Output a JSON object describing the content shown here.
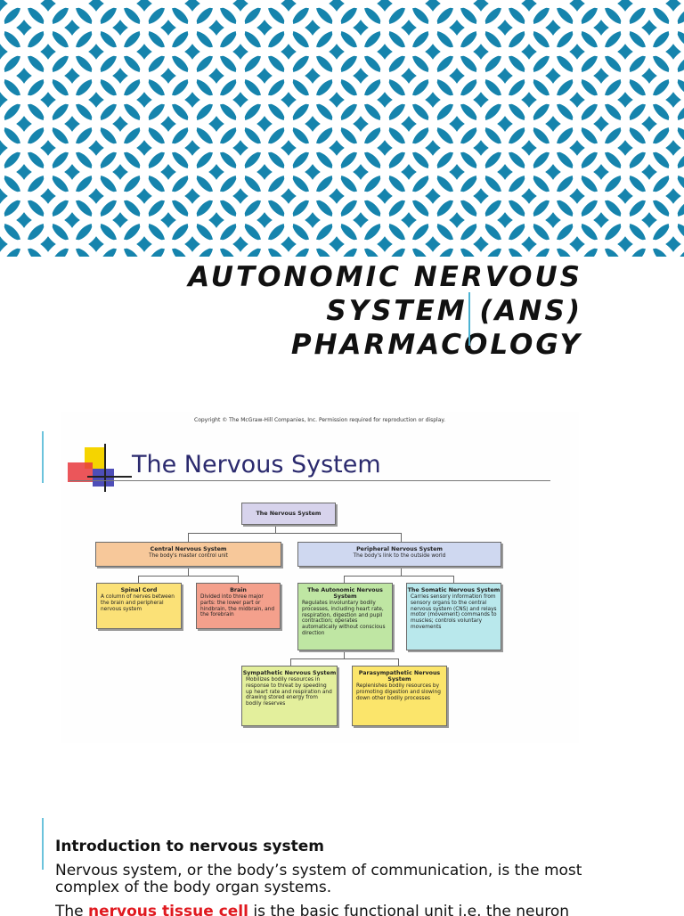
{
  "title": {
    "lines": [
      "AUTONOMIC NERVOUS",
      "SYSTEM (ANS)",
      "PHARMACOLOGY"
    ]
  },
  "figure": {
    "copyright": "Copyright © The McGraw-Hill Companies, Inc. Permission required for reproduction or display.",
    "heading": "The Nervous System",
    "nodes": {
      "root": {
        "title": "The Nervous System",
        "desc": ""
      },
      "cns": {
        "title": "Central Nervous System",
        "desc": "The body's master control unit"
      },
      "pns": {
        "title": "Peripheral Nervous System",
        "desc": "The body's link to the outside world"
      },
      "spinal": {
        "title": "Spinal Cord",
        "desc": "A column of nerves between the brain and peripheral nervous system"
      },
      "brain": {
        "title": "Brain",
        "desc": "Divided into three major parts: the lower part or hindbrain, the midbrain, and the forebrain"
      },
      "autonomic": {
        "title": "The Autonomic Nervous System",
        "desc": "Regulates involuntary bodily processes, including heart rate, respiration, digestion and pupil contraction; operates automatically without conscious direction"
      },
      "somatic": {
        "title": "The Somatic Nervous System",
        "desc": "Carries sensory information from sensory organs to the central nervous system (CNS) and relays motor (movement) commands to muscles; controls voluntary movements"
      },
      "sympathetic": {
        "title": "Sympathetic Nervous System",
        "desc": "Mobilizes bodily resources in response to threat by speeding up heart rate and respiration and drawing stored energy from bodily reserves"
      },
      "parasympathetic": {
        "title": "Parasympathetic Nervous System",
        "desc": "Replenishes bodily resources by promoting digestion and slowing down other bodily processes"
      }
    }
  },
  "intro": {
    "heading": "Introduction to nervous system",
    "body": "Nervous system, or the body’s system of communication, is the most complex of the body organ systems.",
    "partial_prefix": "The ",
    "partial_highlight": "nervous tissue cell",
    "partial_suffix": " is the basic functional unit i.e. the neuron"
  },
  "colors": {
    "banner": "#1684ad",
    "pattern": "#ffffff",
    "accent_rule": "#4bb3d3",
    "figure_heading": "#2b2a6e",
    "highlight": "#e0191f"
  }
}
